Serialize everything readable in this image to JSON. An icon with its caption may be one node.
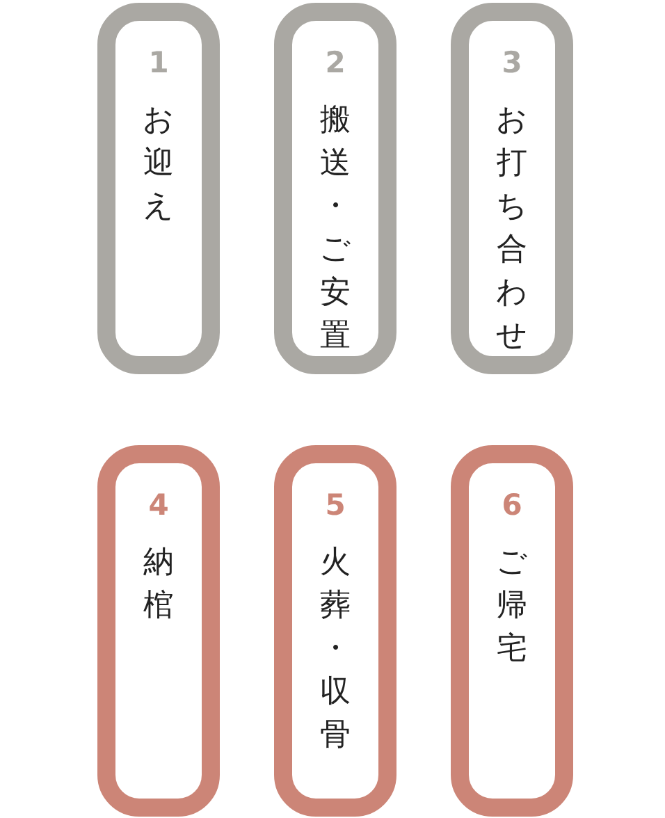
{
  "diagram": {
    "nodes": [
      {
        "text": [
          "1",
          "お迎え"
        ]
      },
      {
        "text": [
          "2",
          "搬送・ご安置"
        ]
      },
      {
        "text": [
          "3",
          "お打ち合わせ"
        ]
      },
      {
        "text": [
          "4",
          "納棺"
        ]
      },
      {
        "text": [
          "5",
          "火葬・収骨"
        ]
      },
      {
        "text": [
          "6",
          "ご帰宅"
        ]
      }
    ]
  }
}
